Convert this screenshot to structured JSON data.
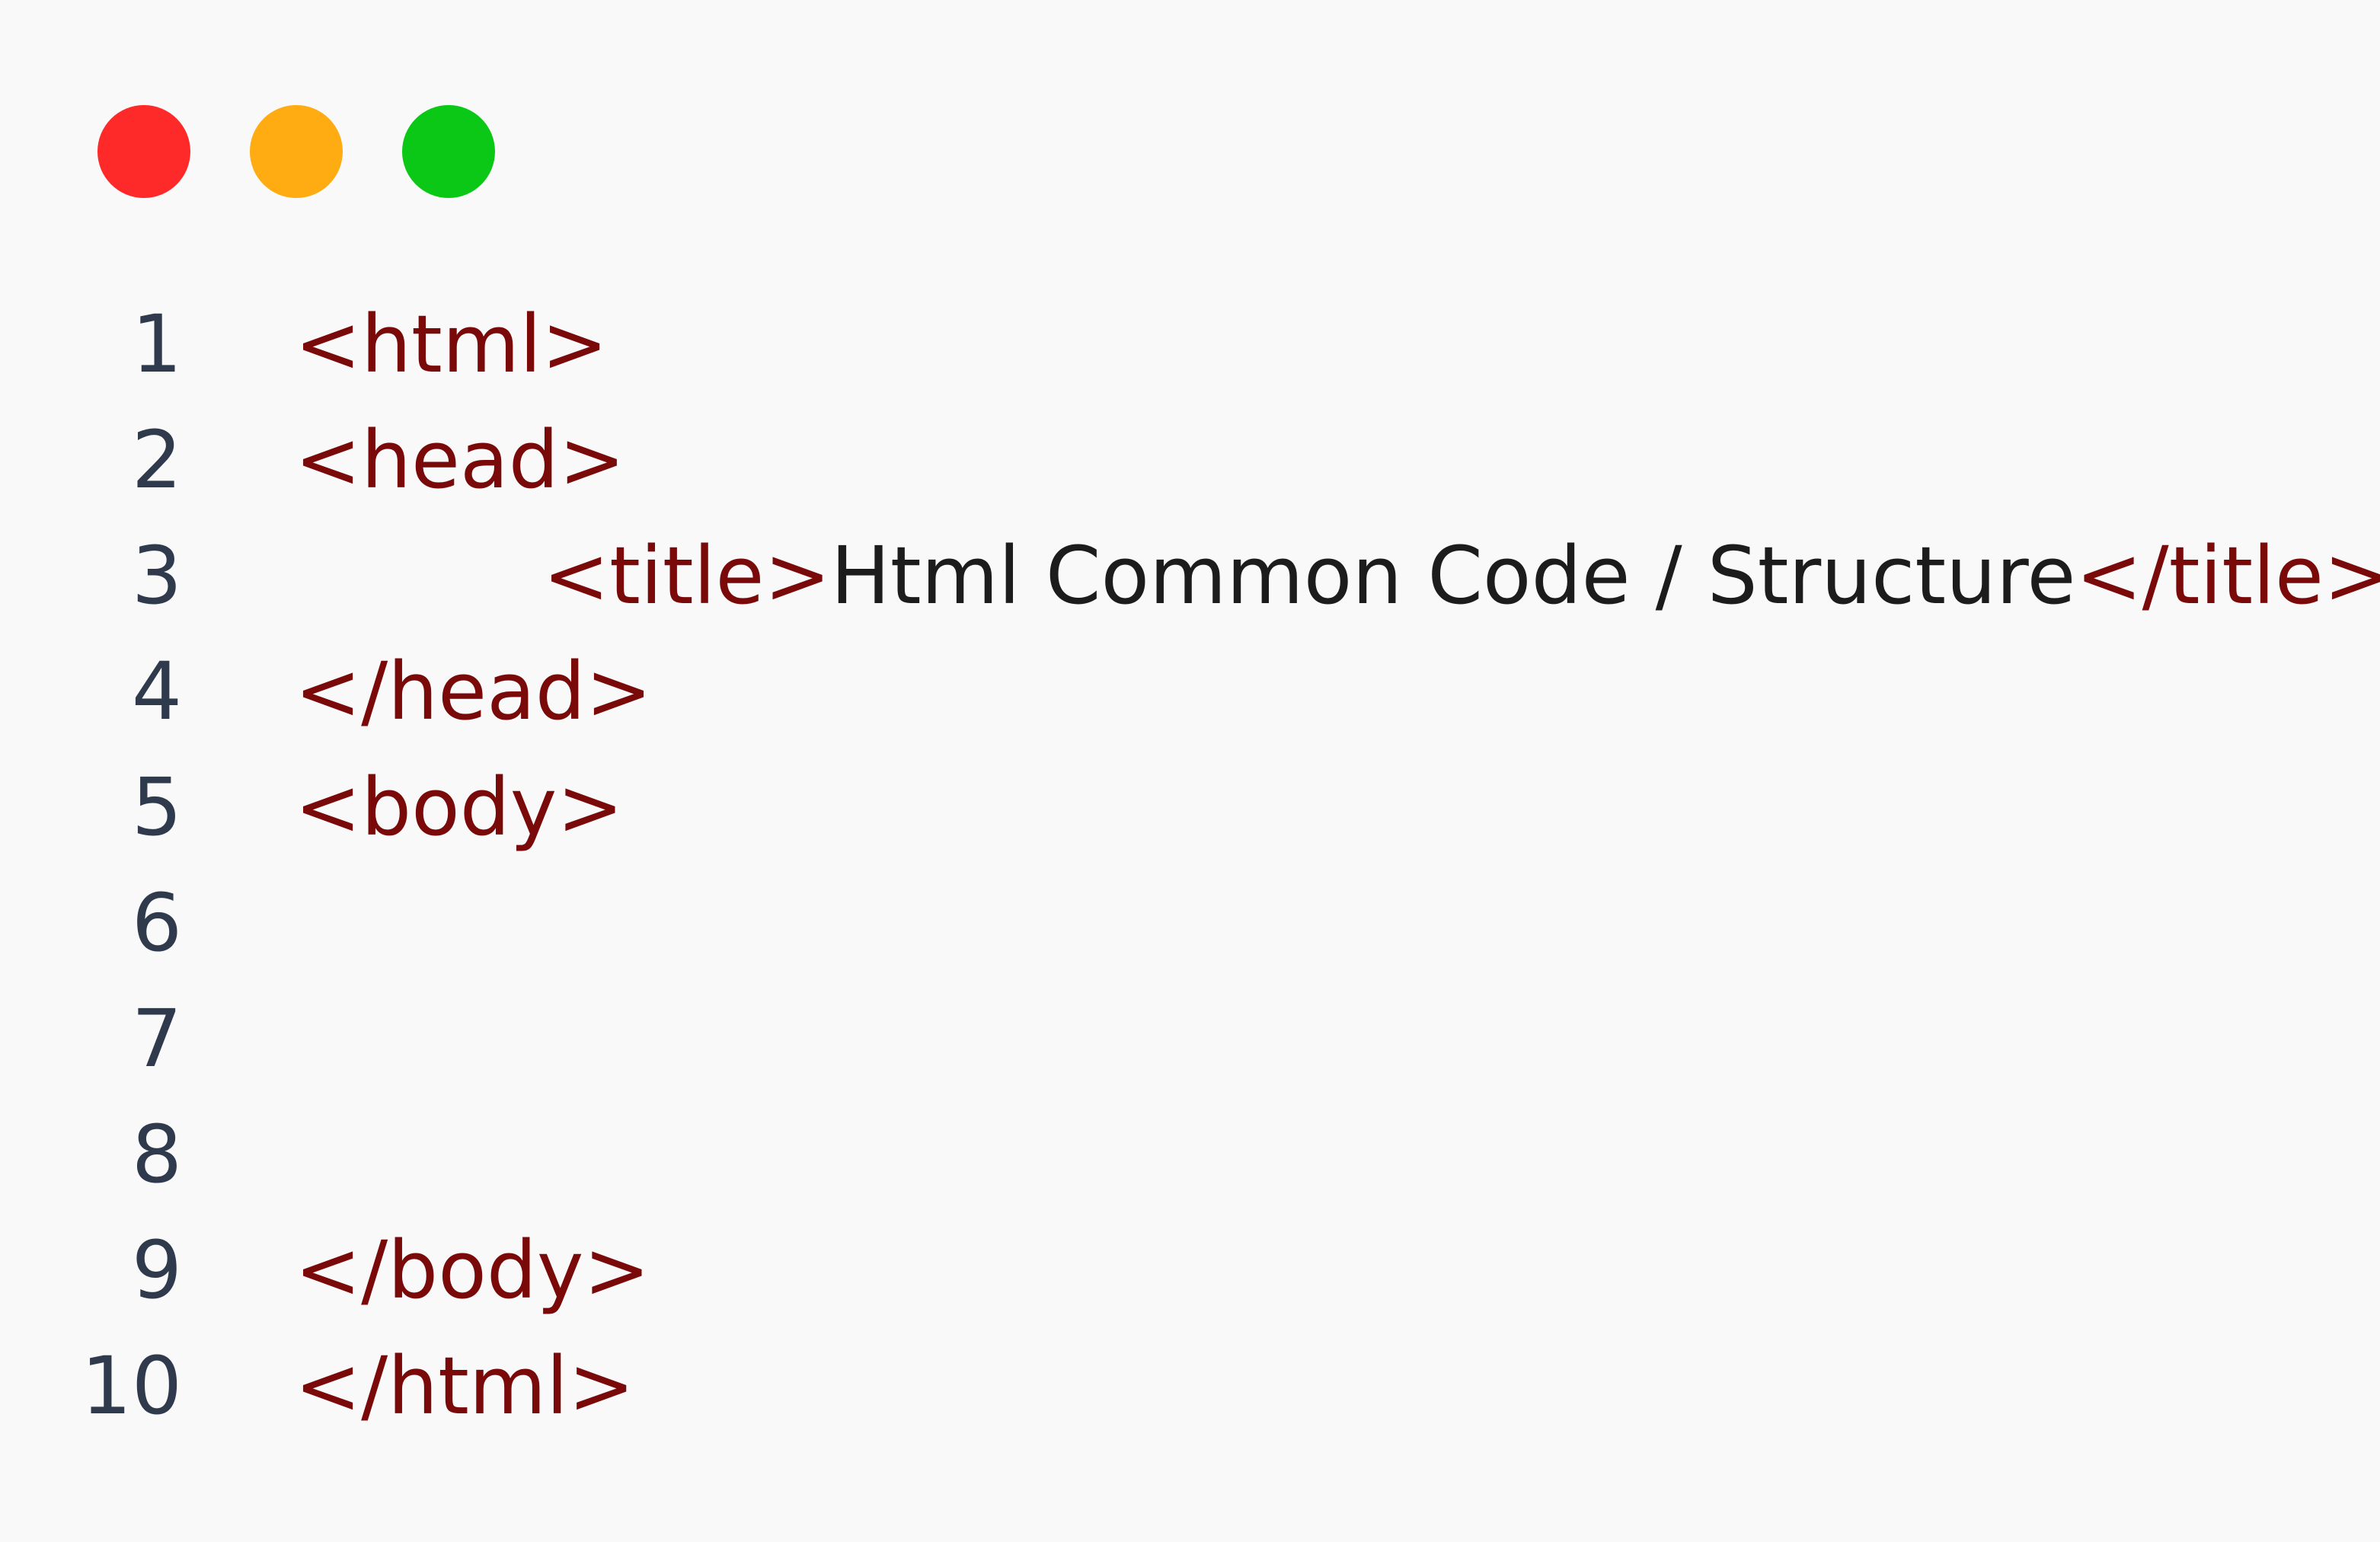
{
  "window_controls": {
    "close": {
      "color": "#fe2a2a"
    },
    "minimize": {
      "color": "#ffab12"
    },
    "maximize": {
      "color": "#0bc816"
    }
  },
  "editor": {
    "lines": [
      {
        "number": "1",
        "tag_open": "<html>",
        "text": "",
        "tag_close": ""
      },
      {
        "number": "2",
        "tag_open": "<head>",
        "text": "",
        "tag_close": ""
      },
      {
        "number": "3",
        "tag_open": "<title>",
        "text": "Html Common Code / Structure",
        "tag_close": "</title>"
      },
      {
        "number": "4",
        "tag_open": "</head>",
        "text": "",
        "tag_close": ""
      },
      {
        "number": "5",
        "tag_open": "<body>",
        "text": "",
        "tag_close": ""
      },
      {
        "number": "6",
        "tag_open": "",
        "text": "",
        "tag_close": ""
      },
      {
        "number": "7",
        "tag_open": "",
        "text": "",
        "tag_close": ""
      },
      {
        "number": "8",
        "tag_open": "",
        "text": "",
        "tag_close": ""
      },
      {
        "number": "9",
        "tag_open": "</body>",
        "text": "",
        "tag_close": ""
      },
      {
        "number": "10",
        "tag_open": "</html>",
        "text": "",
        "tag_close": ""
      }
    ]
  },
  "colors": {
    "tag": "#7a0a0a",
    "text": "#1c1c1c",
    "line_number": "#2f3a4d",
    "background": "#f9f9fa"
  }
}
